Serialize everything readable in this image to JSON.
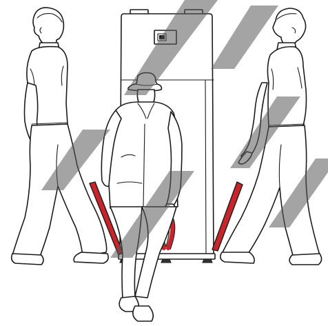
{
  "scene": {
    "unit": {
      "panel_icon": "control-panel-icon"
    },
    "figures": {
      "left_carrier": "person-carrying-left",
      "right_carrier": "person-carrying-right",
      "guide": "person-in-hat-guiding"
    },
    "straps": {
      "color": "#c8242b",
      "count": 3
    },
    "watermark": {
      "color": "#5a5a5a"
    },
    "ink_color": "#1a1a1a"
  }
}
